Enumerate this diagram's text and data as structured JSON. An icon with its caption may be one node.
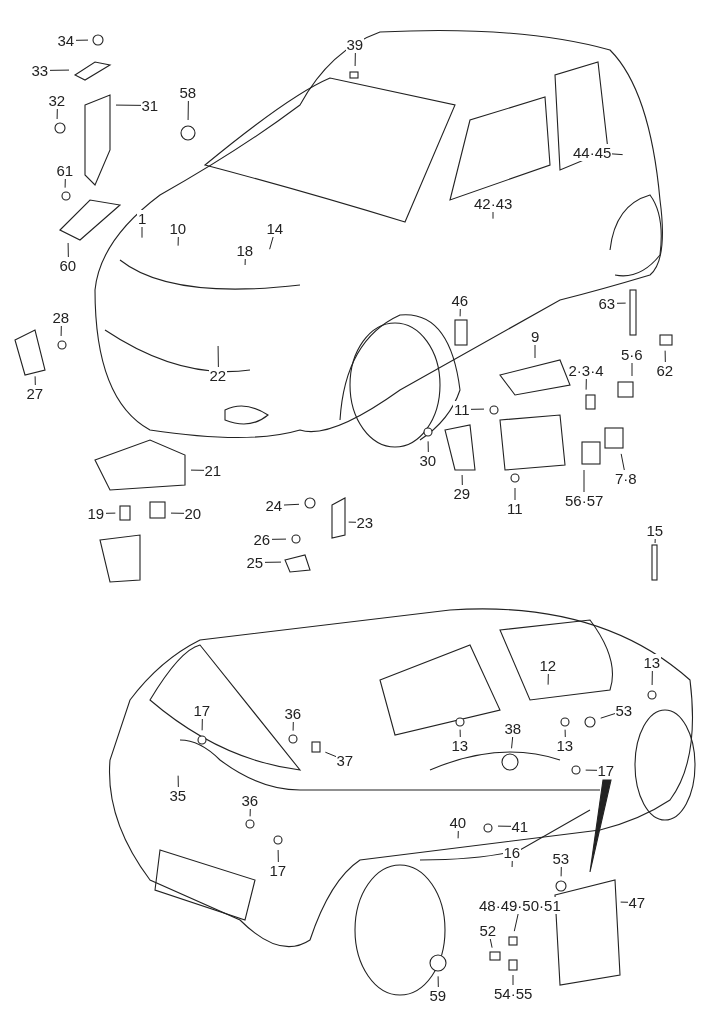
{
  "diagram": {
    "nodes": [
      {
        "text": [
          "34"
        ]
      },
      {
        "text": [
          "33"
        ]
      },
      {
        "text": [
          "32"
        ]
      },
      {
        "text": [
          "31"
        ]
      },
      {
        "text": [
          "58"
        ]
      },
      {
        "text": [
          "39"
        ]
      },
      {
        "text": [
          "61"
        ]
      },
      {
        "text": [
          "1"
        ]
      },
      {
        "text": [
          "10"
        ]
      },
      {
        "text": [
          "14"
        ]
      },
      {
        "text": [
          "18"
        ]
      },
      {
        "text": [
          "60"
        ]
      },
      {
        "text": [
          "44·45"
        ]
      },
      {
        "text": [
          "42·43"
        ]
      },
      {
        "text": [
          "28"
        ]
      },
      {
        "text": [
          "22"
        ]
      },
      {
        "text": [
          "27"
        ]
      },
      {
        "text": [
          "46"
        ]
      },
      {
        "text": [
          "63"
        ]
      },
      {
        "text": [
          "62"
        ]
      },
      {
        "text": [
          "9"
        ]
      },
      {
        "text": [
          "2·3·4"
        ]
      },
      {
        "text": [
          "5·6"
        ]
      },
      {
        "text": [
          "11"
        ]
      },
      {
        "text": [
          "30"
        ]
      },
      {
        "text": [
          "29"
        ]
      },
      {
        "text": [
          "11"
        ]
      },
      {
        "text": [
          "56·57"
        ]
      },
      {
        "text": [
          "7·8"
        ]
      },
      {
        "text": [
          "21"
        ]
      },
      {
        "text": [
          "19"
        ]
      },
      {
        "text": [
          "20"
        ]
      },
      {
        "text": [
          "24"
        ]
      },
      {
        "text": [
          "26"
        ]
      },
      {
        "text": [
          "25"
        ]
      },
      {
        "text": [
          "23"
        ]
      },
      {
        "text": [
          "15"
        ]
      },
      {
        "text": [
          "12"
        ]
      },
      {
        "text": [
          "13"
        ]
      },
      {
        "text": [
          "17"
        ]
      },
      {
        "text": [
          "36"
        ]
      },
      {
        "text": [
          "53"
        ]
      },
      {
        "text": [
          "13"
        ]
      },
      {
        "text": [
          "13"
        ]
      },
      {
        "text": [
          "38"
        ]
      },
      {
        "text": [
          "17"
        ]
      },
      {
        "text": [
          "37"
        ]
      },
      {
        "text": [
          "35"
        ]
      },
      {
        "text": [
          "36"
        ]
      },
      {
        "text": [
          "40"
        ]
      },
      {
        "text": [
          "41"
        ]
      },
      {
        "text": [
          "16"
        ]
      },
      {
        "text": [
          "17"
        ]
      },
      {
        "text": [
          "53"
        ]
      },
      {
        "text": [
          "48·49·50·51"
        ]
      },
      {
        "text": [
          "47"
        ]
      },
      {
        "text": [
          "52"
        ]
      },
      {
        "text": [
          "59"
        ]
      },
      {
        "text": [
          "54·55"
        ]
      }
    ],
    "edges": [
      {
        "from": 0,
        "to": null,
        "arrow": "none"
      },
      {
        "from": 1,
        "to": null,
        "arrow": "none"
      },
      {
        "from": 2,
        "to": null,
        "arrow": "none"
      },
      {
        "from": 3,
        "to": null,
        "arrow": "none"
      },
      {
        "from": 4,
        "to": null,
        "arrow": "none"
      },
      {
        "from": 5,
        "to": null,
        "arrow": "none"
      },
      {
        "from": 6,
        "to": null,
        "arrow": "none"
      },
      {
        "from": 7,
        "to": null,
        "arrow": "none"
      },
      {
        "from": 8,
        "to": null,
        "arrow": "none"
      },
      {
        "from": 9,
        "to": null,
        "arrow": "none"
      },
      {
        "from": 10,
        "to": null,
        "arrow": "none"
      },
      {
        "from": 11,
        "to": null,
        "arrow": "none"
      },
      {
        "from": 12,
        "to": null,
        "arrow": "none"
      },
      {
        "from": 13,
        "to": null,
        "arrow": "none"
      },
      {
        "from": 14,
        "to": null,
        "arrow": "none"
      },
      {
        "from": 15,
        "to": null,
        "arrow": "none"
      },
      {
        "from": 16,
        "to": null,
        "arrow": "none"
      },
      {
        "from": 17,
        "to": null,
        "arrow": "none"
      },
      {
        "from": 18,
        "to": null,
        "arrow": "none"
      },
      {
        "from": 19,
        "to": null,
        "arrow": "none"
      },
      {
        "from": 20,
        "to": null,
        "arrow": "none"
      },
      {
        "from": 21,
        "to": null,
        "arrow": "none"
      },
      {
        "from": 22,
        "to": null,
        "arrow": "none"
      },
      {
        "from": 23,
        "to": null,
        "arrow": "none"
      },
      {
        "from": 24,
        "to": null,
        "arrow": "none"
      },
      {
        "from": 25,
        "to": null,
        "arrow": "none"
      },
      {
        "from": 26,
        "to": null,
        "arrow": "none"
      },
      {
        "from": 27,
        "to": null,
        "arrow": "none"
      },
      {
        "from": 28,
        "to": null,
        "arrow": "none"
      },
      {
        "from": 29,
        "to": null,
        "arrow": "none"
      },
      {
        "from": 30,
        "to": null,
        "arrow": "none"
      },
      {
        "from": 31,
        "to": null,
        "arrow": "none"
      },
      {
        "from": 32,
        "to": null,
        "arrow": "none"
      },
      {
        "from": 33,
        "to": null,
        "arrow": "none"
      },
      {
        "from": 34,
        "to": null,
        "arrow": "none"
      },
      {
        "from": 35,
        "to": null,
        "arrow": "none"
      },
      {
        "from": 36,
        "to": null,
        "arrow": "none"
      },
      {
        "from": 37,
        "to": null,
        "arrow": "none"
      },
      {
        "from": 38,
        "to": null,
        "arrow": "none"
      },
      {
        "from": 39,
        "to": null,
        "arrow": "none"
      },
      {
        "from": 40,
        "to": null,
        "arrow": "none"
      },
      {
        "from": 41,
        "to": null,
        "arrow": "none"
      },
      {
        "from": 42,
        "to": null,
        "arrow": "none"
      },
      {
        "from": 43,
        "to": null,
        "arrow": "none"
      },
      {
        "from": 44,
        "to": null,
        "arrow": "none"
      },
      {
        "from": 45,
        "to": null,
        "arrow": "none"
      },
      {
        "from": 46,
        "to": null,
        "arrow": "none"
      },
      {
        "from": 47,
        "to": null,
        "arrow": "none"
      },
      {
        "from": 48,
        "to": null,
        "arrow": "none"
      },
      {
        "from": 49,
        "to": null,
        "arrow": "none"
      },
      {
        "from": 50,
        "to": null,
        "arrow": "none"
      },
      {
        "from": 51,
        "to": null,
        "arrow": "none"
      },
      {
        "from": 52,
        "to": null,
        "arrow": "none"
      },
      {
        "from": 53,
        "to": null,
        "arrow": "none"
      },
      {
        "from": 54,
        "to": null,
        "arrow": "none"
      },
      {
        "from": 55,
        "to": null,
        "arrow": "none"
      },
      {
        "from": 56,
        "to": null,
        "arrow": "none"
      },
      {
        "from": 57,
        "to": null,
        "arrow": "none"
      },
      {
        "from": 58,
        "to": null,
        "arrow": "none"
      }
    ]
  }
}
